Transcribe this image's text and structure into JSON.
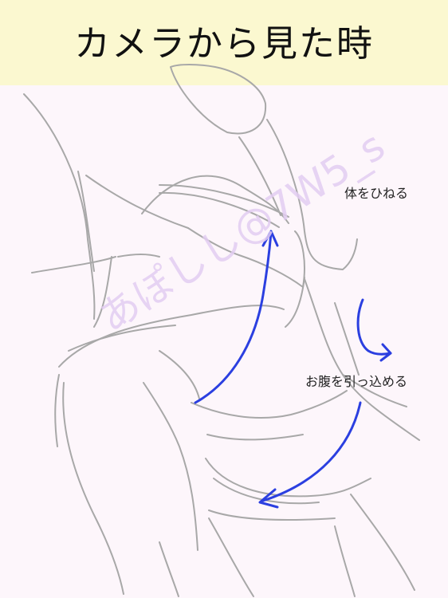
{
  "title": "カメラから見た時",
  "labels": {
    "twist": "体をひねる",
    "belly": "お腹を引っ込める"
  },
  "watermark": "あぽしし@7W5_s",
  "colors": {
    "title_band": "#fbf8d0",
    "background": "#fdf6fb",
    "line_art": "#a8a8a8",
    "arrow": "#2b3fe0",
    "watermark": "#e3cdf2"
  }
}
